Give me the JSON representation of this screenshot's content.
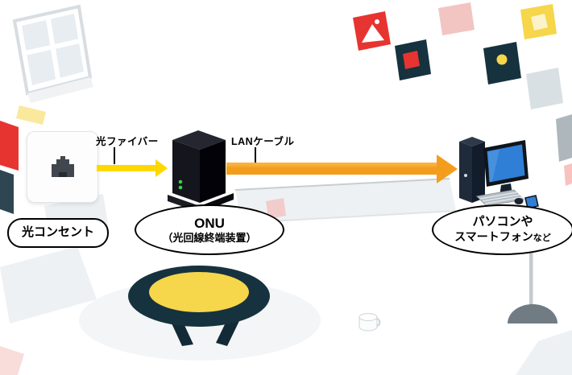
{
  "diagram": {
    "nodes": {
      "outlet": {
        "label": "光コンセント"
      },
      "onu": {
        "name": "ONU",
        "subtitle": "（光回線終端装置）"
      },
      "devices": {
        "line1": "パソコンや",
        "line2_main": "スマートフォン",
        "line2_suffix": "など"
      }
    },
    "connections": {
      "fiber": {
        "label": "光ファイバー"
      },
      "lan": {
        "label": "LANケーブル"
      }
    }
  },
  "colors": {
    "fiber_yellow": "#ffd800",
    "lan_orange": "#f49d1c",
    "led_green": "#3bd13f",
    "screen_blue": "#2f7fd6",
    "illustration_red": "#e63430",
    "illustration_teal": "#16323e",
    "illustration_yellow": "#f6d64a"
  }
}
